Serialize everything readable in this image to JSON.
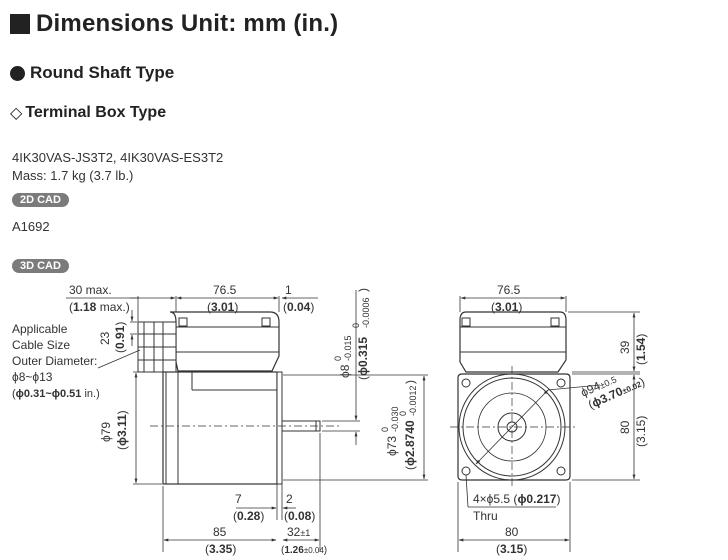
{
  "header": {
    "title": "Dimensions Unit: mm (in.)"
  },
  "section": {
    "shaft_type": "Round Shaft Type",
    "box_type": "Terminal Box Type"
  },
  "info": {
    "models": "4IK30VAS-JS3T2, 4IK30VAS-ES3T2",
    "mass": "Mass: 1.7 kg (3.7 lb.)",
    "cad2d_badge": "2D CAD",
    "cad2d_id": "A1692",
    "cad3d_badge": "3D CAD"
  },
  "drawing": {
    "side": {
      "top_30": "30 max.",
      "top_30_in": "1.18",
      "top_30_in_suffix": " max.)",
      "top_76": "76.5",
      "top_76_in": "3.01",
      "top_1": "1",
      "top_1_in": "0.04",
      "cable_lines": [
        "Applicable",
        "Cable Size",
        "Outer Diameter:"
      ],
      "cable_range": "ϕ8~ϕ13",
      "cable_range_in": "ϕ0.31~ϕ0.51",
      "cable_range_in_suffix": " in.)",
      "d23": "23",
      "d23_in": "0.91",
      "phi8": "ϕ8",
      "phi8_tol_up": "0",
      "phi8_tol_dn": "-0.015",
      "phi8_in": "ϕ0.315",
      "phi8_in_tol_up": "0",
      "phi8_in_tol_dn": "-0.0006",
      "phi79": "ϕ79",
      "phi79_in": "ϕ3.11",
      "phi73": "ϕ73",
      "phi73_tol_up": "0",
      "phi73_tol_dn": "-0.030",
      "phi73_in": "ϕ2.8740",
      "phi73_in_tol_up": "0",
      "phi73_in_tol_dn": "-0.0012",
      "d7": "7",
      "d7_in": "0.28",
      "d2": "2",
      "d2_in": "0.08",
      "d85": "85",
      "d85_in": "3.35",
      "d32": "32",
      "d32_tol": "±1",
      "d32_in": "1.26",
      "d32_in_tol": "±0.04"
    },
    "front": {
      "top_76": "76.5",
      "top_76_in": "3.01",
      "d39": "39",
      "d39_in": "1.54",
      "phi94": "ϕ94",
      "phi94_tol": "±0.5",
      "phi94_in": "ϕ3.70",
      "phi94_in_tol": "±0.02",
      "d80_right": "80",
      "d80_right_in": "3.15",
      "holes": "4×ϕ5.5",
      "holes_in": "ϕ0.217",
      "thru": "Thru",
      "d80_bottom": "80",
      "d80_bottom_in": "3.15"
    }
  }
}
